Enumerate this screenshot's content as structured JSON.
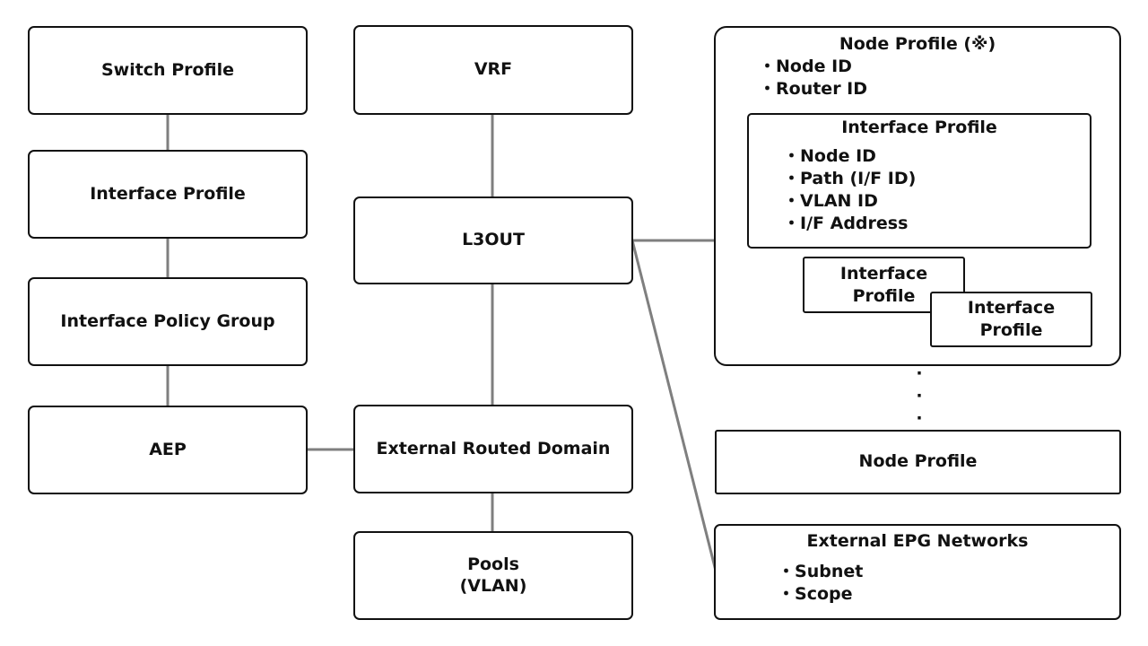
{
  "left_column": {
    "switch_profile": "Switch Profile",
    "interface_profile": "Interface Profile",
    "interface_policy_group": "Interface Policy Group",
    "aep": "AEP"
  },
  "center_column": {
    "vrf": "VRF",
    "l3out": "L3OUT",
    "external_routed_domain": "External Routed Domain",
    "pools_line1": "Pools",
    "pools_line2": "(VLAN)"
  },
  "node_profile_group": {
    "title": "Node Profile (※)",
    "items": [
      "Node ID",
      "Router ID"
    ],
    "interface_profile": {
      "title": "Interface Profile",
      "items": [
        "Node ID",
        "Path (I/F ID)",
        "VLAN ID",
        "I/F Address"
      ]
    },
    "stacked_profile_1": [
      "Interface",
      "Profile"
    ],
    "stacked_profile_2": [
      "Interface",
      "Profile"
    ]
  },
  "continuation_dots": [
    "·",
    "·",
    "·"
  ],
  "node_profile": "Node Profile",
  "external_epg": {
    "title": "External EPG Networks",
    "items": [
      "Subnet",
      "Scope"
    ]
  },
  "colors": {
    "border": "#111111",
    "connector": "#7f7f7f",
    "background": "#ffffff"
  }
}
